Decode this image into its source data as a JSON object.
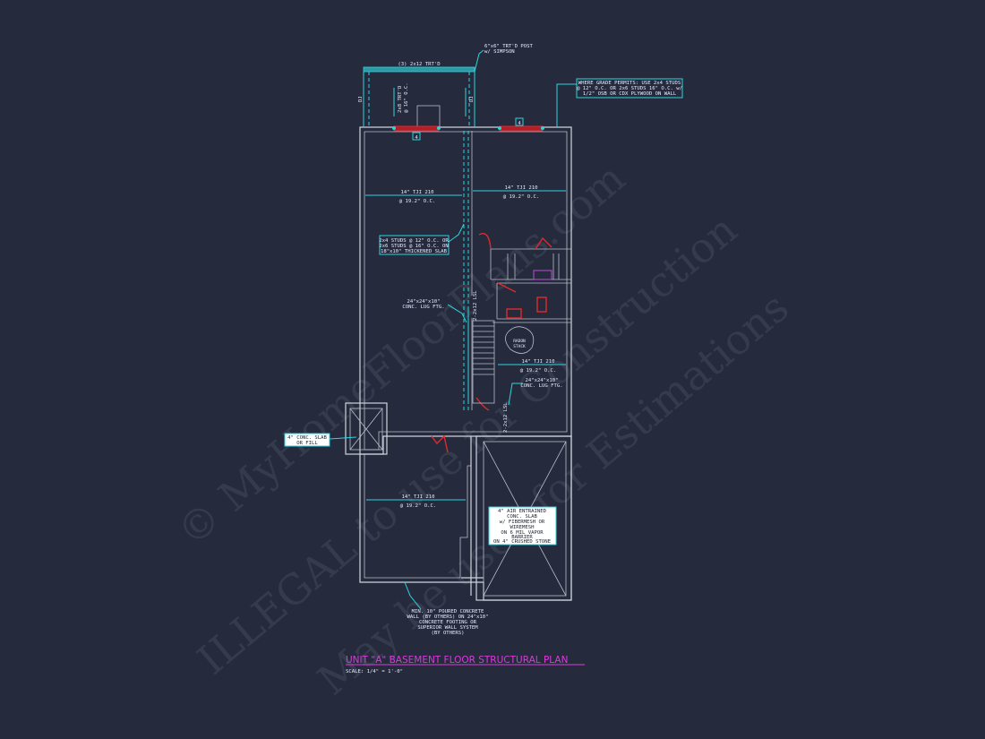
{
  "watermark": {
    "line1": "© MyHomeFloorPlans.com",
    "line2": "ILLEGAL to use for Construction",
    "line3": "May be used for Estimations"
  },
  "drawing": {
    "title": "UNIT \"A\" BASEMENT FLOOR STRUCTURAL PLAN",
    "scale": "SCALE: 1/4\" = 1'-0\""
  },
  "notes": {
    "post_l1": "6\"x6\" TRT'D POST",
    "post_l2": "w/ SIMPSON",
    "deck_beam": "(3) 2x12 TRT'D",
    "deck_span": "2x8 TRT'D",
    "deck_oc": "@ 16\" O.C.",
    "dj_left": "DJ",
    "dj_right": "DJ",
    "grade_l1": "WHERE GRADE PERMITS: USE 2x4 STUDS",
    "grade_l2": "@ 12\" O.C. OR 2x6 STUDS 16\" O.C. w/",
    "grade_l3": "1/2\" OSB OR CDX PLYWOOD ON WALL",
    "tji_1_a": "14\" TJI 210",
    "tji_1_b": "@ 19.2\" O.C.",
    "tji_2_a": "14\" TJI 210",
    "tji_2_b": "@ 19.2\" O.C.",
    "tji_3_a": "14\" TJI 210",
    "tji_3_b": "@ 19.2\" O.C.",
    "tji_4_a": "14\" TJI 210",
    "tji_4_b": "@ 19.2\" O.C.",
    "studs_l1": "2x4 STUDS @ 12\" O.C. OR",
    "studs_l2": "2x6 STUDS @ 16\" O.C. ON",
    "studs_l3": "18\"x10\" THICKENED SLAB",
    "ftg_1_a": "24\"x24\"x10\"",
    "ftg_1_b": "CONC. LUG FTG.",
    "ftg_2_a": "24\"x24\"x10\"",
    "ftg_2_b": "CONC. LUG FTG.",
    "beam_1": "2-2x12 LSL",
    "beam_2": "2-2x12 LSL",
    "sump_l1": "RADON",
    "sump_l2": "STACK",
    "slab_l1": "4\" CONC. SLAB",
    "slab_l2": "OR FILL",
    "garage_l1": "4\" AIR ENTRAINED",
    "garage_l2": "CONC. SLAB",
    "garage_l3": "w/ FIBERMESH OR",
    "garage_l4": "WIREMESH",
    "garage_l5": "ON 6 MIL VAPOR",
    "garage_l6": "BARRIER",
    "garage_l7": "ON 4\" CRUSHED STONE",
    "found_l1": "MIN. 10\" POURED CONCRETE",
    "found_l2": "WALL (BY OTHERS) ON 24\"x10\"",
    "found_l3": "CONCRETE FOOTING OR",
    "found_l4": "SUPERIOR WALL SYSTEM",
    "found_l5": "(BY OTHERS)",
    "tag_a": "4",
    "tag_b": "4"
  },
  "colors": {
    "background": "#252b3d",
    "annotation": "#2fd3df",
    "walls": "#cfd3dc",
    "headers": "#e02a2a",
    "title": "#d93bd9"
  }
}
